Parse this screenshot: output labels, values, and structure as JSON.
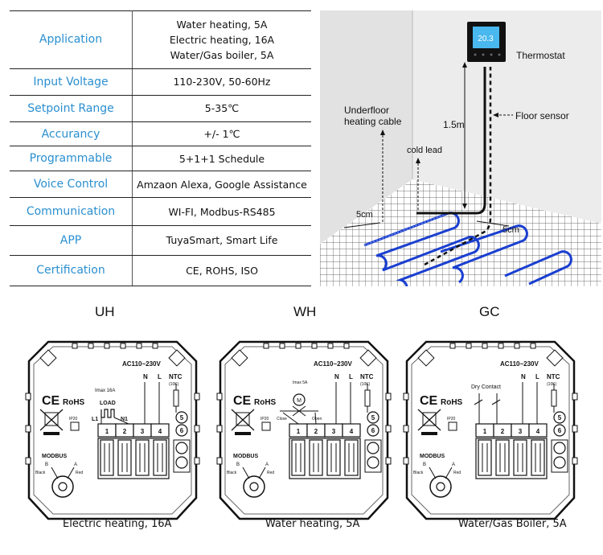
{
  "specs": [
    {
      "key": "Application",
      "value": [
        "Water heating, 5A",
        "Electric heating, 16A",
        "Water/Gas boiler, 5A"
      ]
    },
    {
      "key": "Input Voltage",
      "value": [
        "110-230V, 50-60Hz"
      ]
    },
    {
      "key": "Setpoint Range",
      "value": [
        "5-35℃"
      ]
    },
    {
      "key": "Accurancy",
      "value": [
        "+/- 1℃"
      ]
    },
    {
      "key": "Programmable",
      "value": [
        "5+1+1 Schedule"
      ]
    },
    {
      "key": "Voice Control",
      "value": [
        "Amzaon Alexa, Google Assistance"
      ]
    },
    {
      "key": "Communication",
      "value": [
        "WI-FI, Modbus-RS485"
      ]
    },
    {
      "key": "APP",
      "value": [
        "TuyaSmart, Smart Life"
      ]
    },
    {
      "key": "Certification",
      "value": [
        "CE, ROHS, ISO"
      ]
    }
  ],
  "floor": {
    "thermostat": "Thermostat",
    "display": "20.3",
    "floor_sensor": "Floor sensor",
    "cable_line1": "Underfloor",
    "cable_line2": "heating cable",
    "cold_lead": "cold lead",
    "height": "1.5m",
    "gap_left": "5cm",
    "gap_right": "5cm"
  },
  "common": {
    "voltage": "AC110~230V",
    "n": "N",
    "l": "L",
    "ntc": "NTC",
    "ntc_sub": "(10K)",
    "t5": "5",
    "t6": "6",
    "t1": "1",
    "t2": "2",
    "t3": "3",
    "t4": "4",
    "ce": "CE",
    "rohs": "RoHS",
    "ip": "IP20",
    "modbus": "MODBUS",
    "b": "B",
    "a": "A",
    "black": "Black",
    "red": "Red"
  },
  "diagrams": [
    {
      "title": "UH",
      "caption": "Electric heating, 16A",
      "imax": "Imax 16A",
      "load": "LOAD",
      "l1": "L1",
      "n1": "N1"
    },
    {
      "title": "WH",
      "caption": "Water heating, 5A",
      "imax": "Imax 5A",
      "close": "Close",
      "open": "Open"
    },
    {
      "title": "GC",
      "caption": "Water/Gas Boiler, 5A",
      "dry": "Dry Contact"
    }
  ],
  "colors": {
    "key_text": "#2a8fd0",
    "cable": "#1a3fd0",
    "wall": "#e4e4e4"
  }
}
